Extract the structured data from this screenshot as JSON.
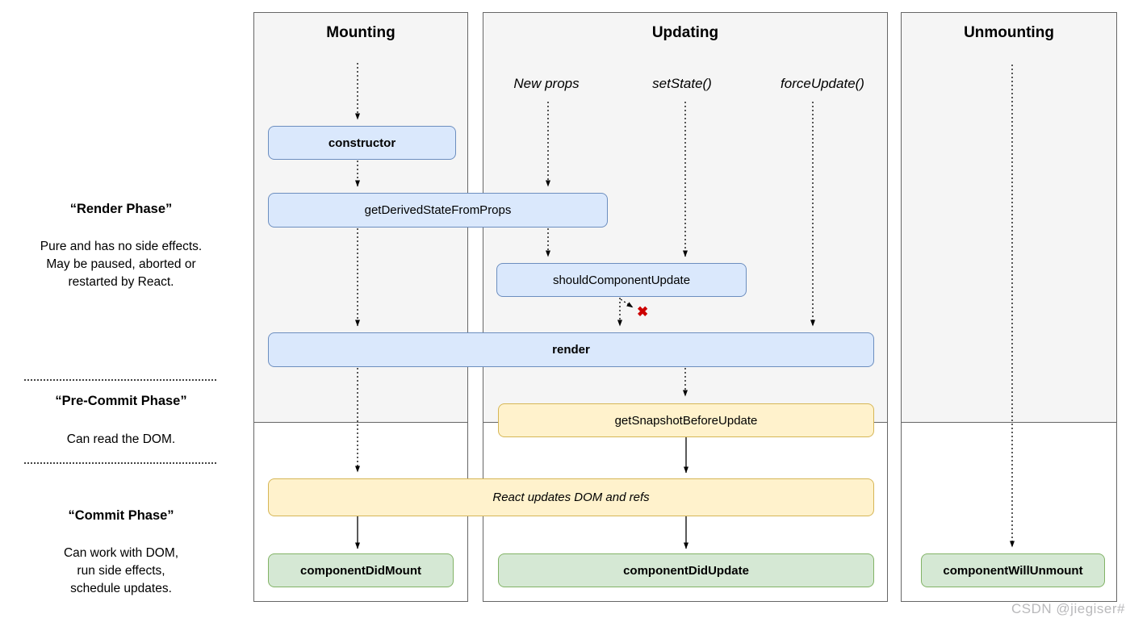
{
  "colors": {
    "node_blue_fill": "#dae8fc",
    "node_blue_border": "#6c8ebf",
    "node_yellow_fill": "#fff2cc",
    "node_yellow_border": "#d6b656",
    "node_green_fill": "#d5e8d4",
    "node_green_border": "#82b366",
    "column_header_bg": "#f5f5f5",
    "column_border": "#666666",
    "arrow": "#000000",
    "reject_x": "#cc0000",
    "watermark": "#b9b9bb"
  },
  "columns": {
    "mounting": {
      "title": "Mounting"
    },
    "updating": {
      "title": "Updating"
    },
    "unmounting": {
      "title": "Unmounting"
    }
  },
  "phase_labels": {
    "render": {
      "title": "“Render Phase”",
      "description": "Pure and has no side effects.\nMay be paused, aborted or\nrestarted by React."
    },
    "pre_commit": {
      "title": "“Pre-Commit Phase”",
      "description": "Can read the DOM."
    },
    "commit": {
      "title": "“Commit Phase”",
      "description": "Can work with DOM,\nrun side effects,\nschedule updates."
    }
  },
  "triggers": {
    "new_props": "New props",
    "set_state": "setState()",
    "force_update": "forceUpdate()"
  },
  "nodes": {
    "constructor": "constructor",
    "get_derived_state_from_props": "getDerivedStateFromProps",
    "should_component_update": "shouldComponentUpdate",
    "render": "render",
    "get_snapshot_before_update": "getSnapshotBeforeUpdate",
    "react_updates_dom": "React updates DOM and refs",
    "component_did_mount": "componentDidMount",
    "component_did_update": "componentDidUpdate",
    "component_will_unmount": "componentWillUnmount"
  },
  "annotations": {
    "reject_x": "✖"
  },
  "watermark": "CSDN @jiegiser#"
}
